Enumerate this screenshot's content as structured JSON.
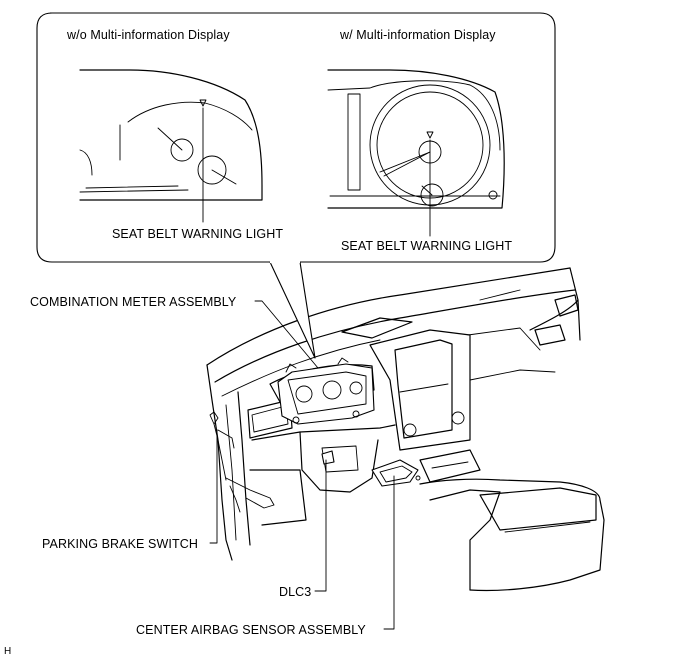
{
  "callout": {
    "left_title": "w/o Multi-information Display",
    "right_title": "w/ Multi-information Display",
    "left_label": "SEAT BELT WARNING LIGHT",
    "right_label": "SEAT BELT WARNING LIGHT"
  },
  "labels": {
    "combination_meter": "COMBINATION METER ASSEMBLY",
    "parking_brake": "PARKING BRAKE SWITCH",
    "dlc3": "DLC3",
    "center_airbag": "CENTER AIRBAG SENSOR ASSEMBLY"
  },
  "figure_code": "H"
}
